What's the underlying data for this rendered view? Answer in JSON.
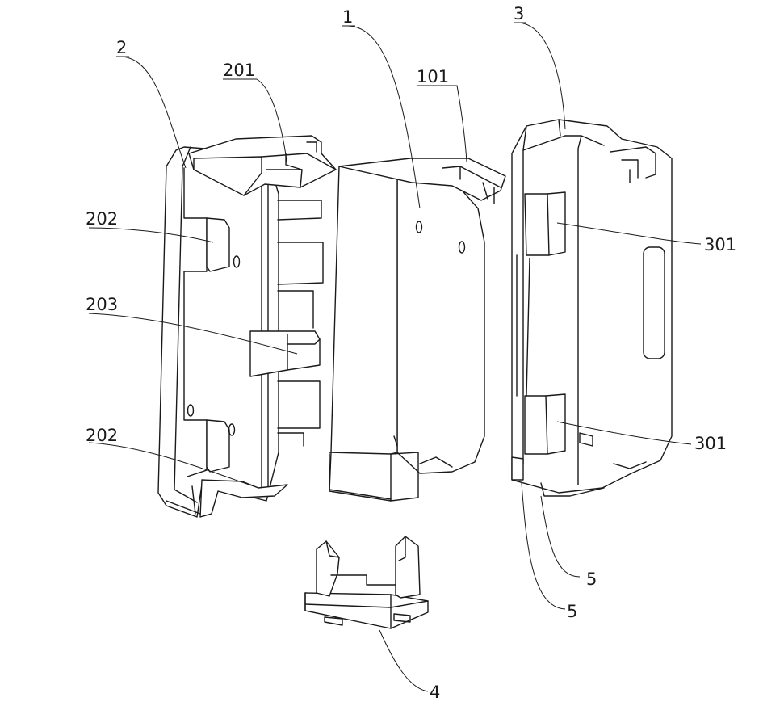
{
  "labels": {
    "l1": "1",
    "l2": "2",
    "l3": "3",
    "l4": "4",
    "l5a": "5",
    "l5b": "5",
    "l101": "101",
    "l201": "201",
    "l202a": "202",
    "l202b": "202",
    "l203": "203",
    "l301a": "301",
    "l301b": "301"
  }
}
